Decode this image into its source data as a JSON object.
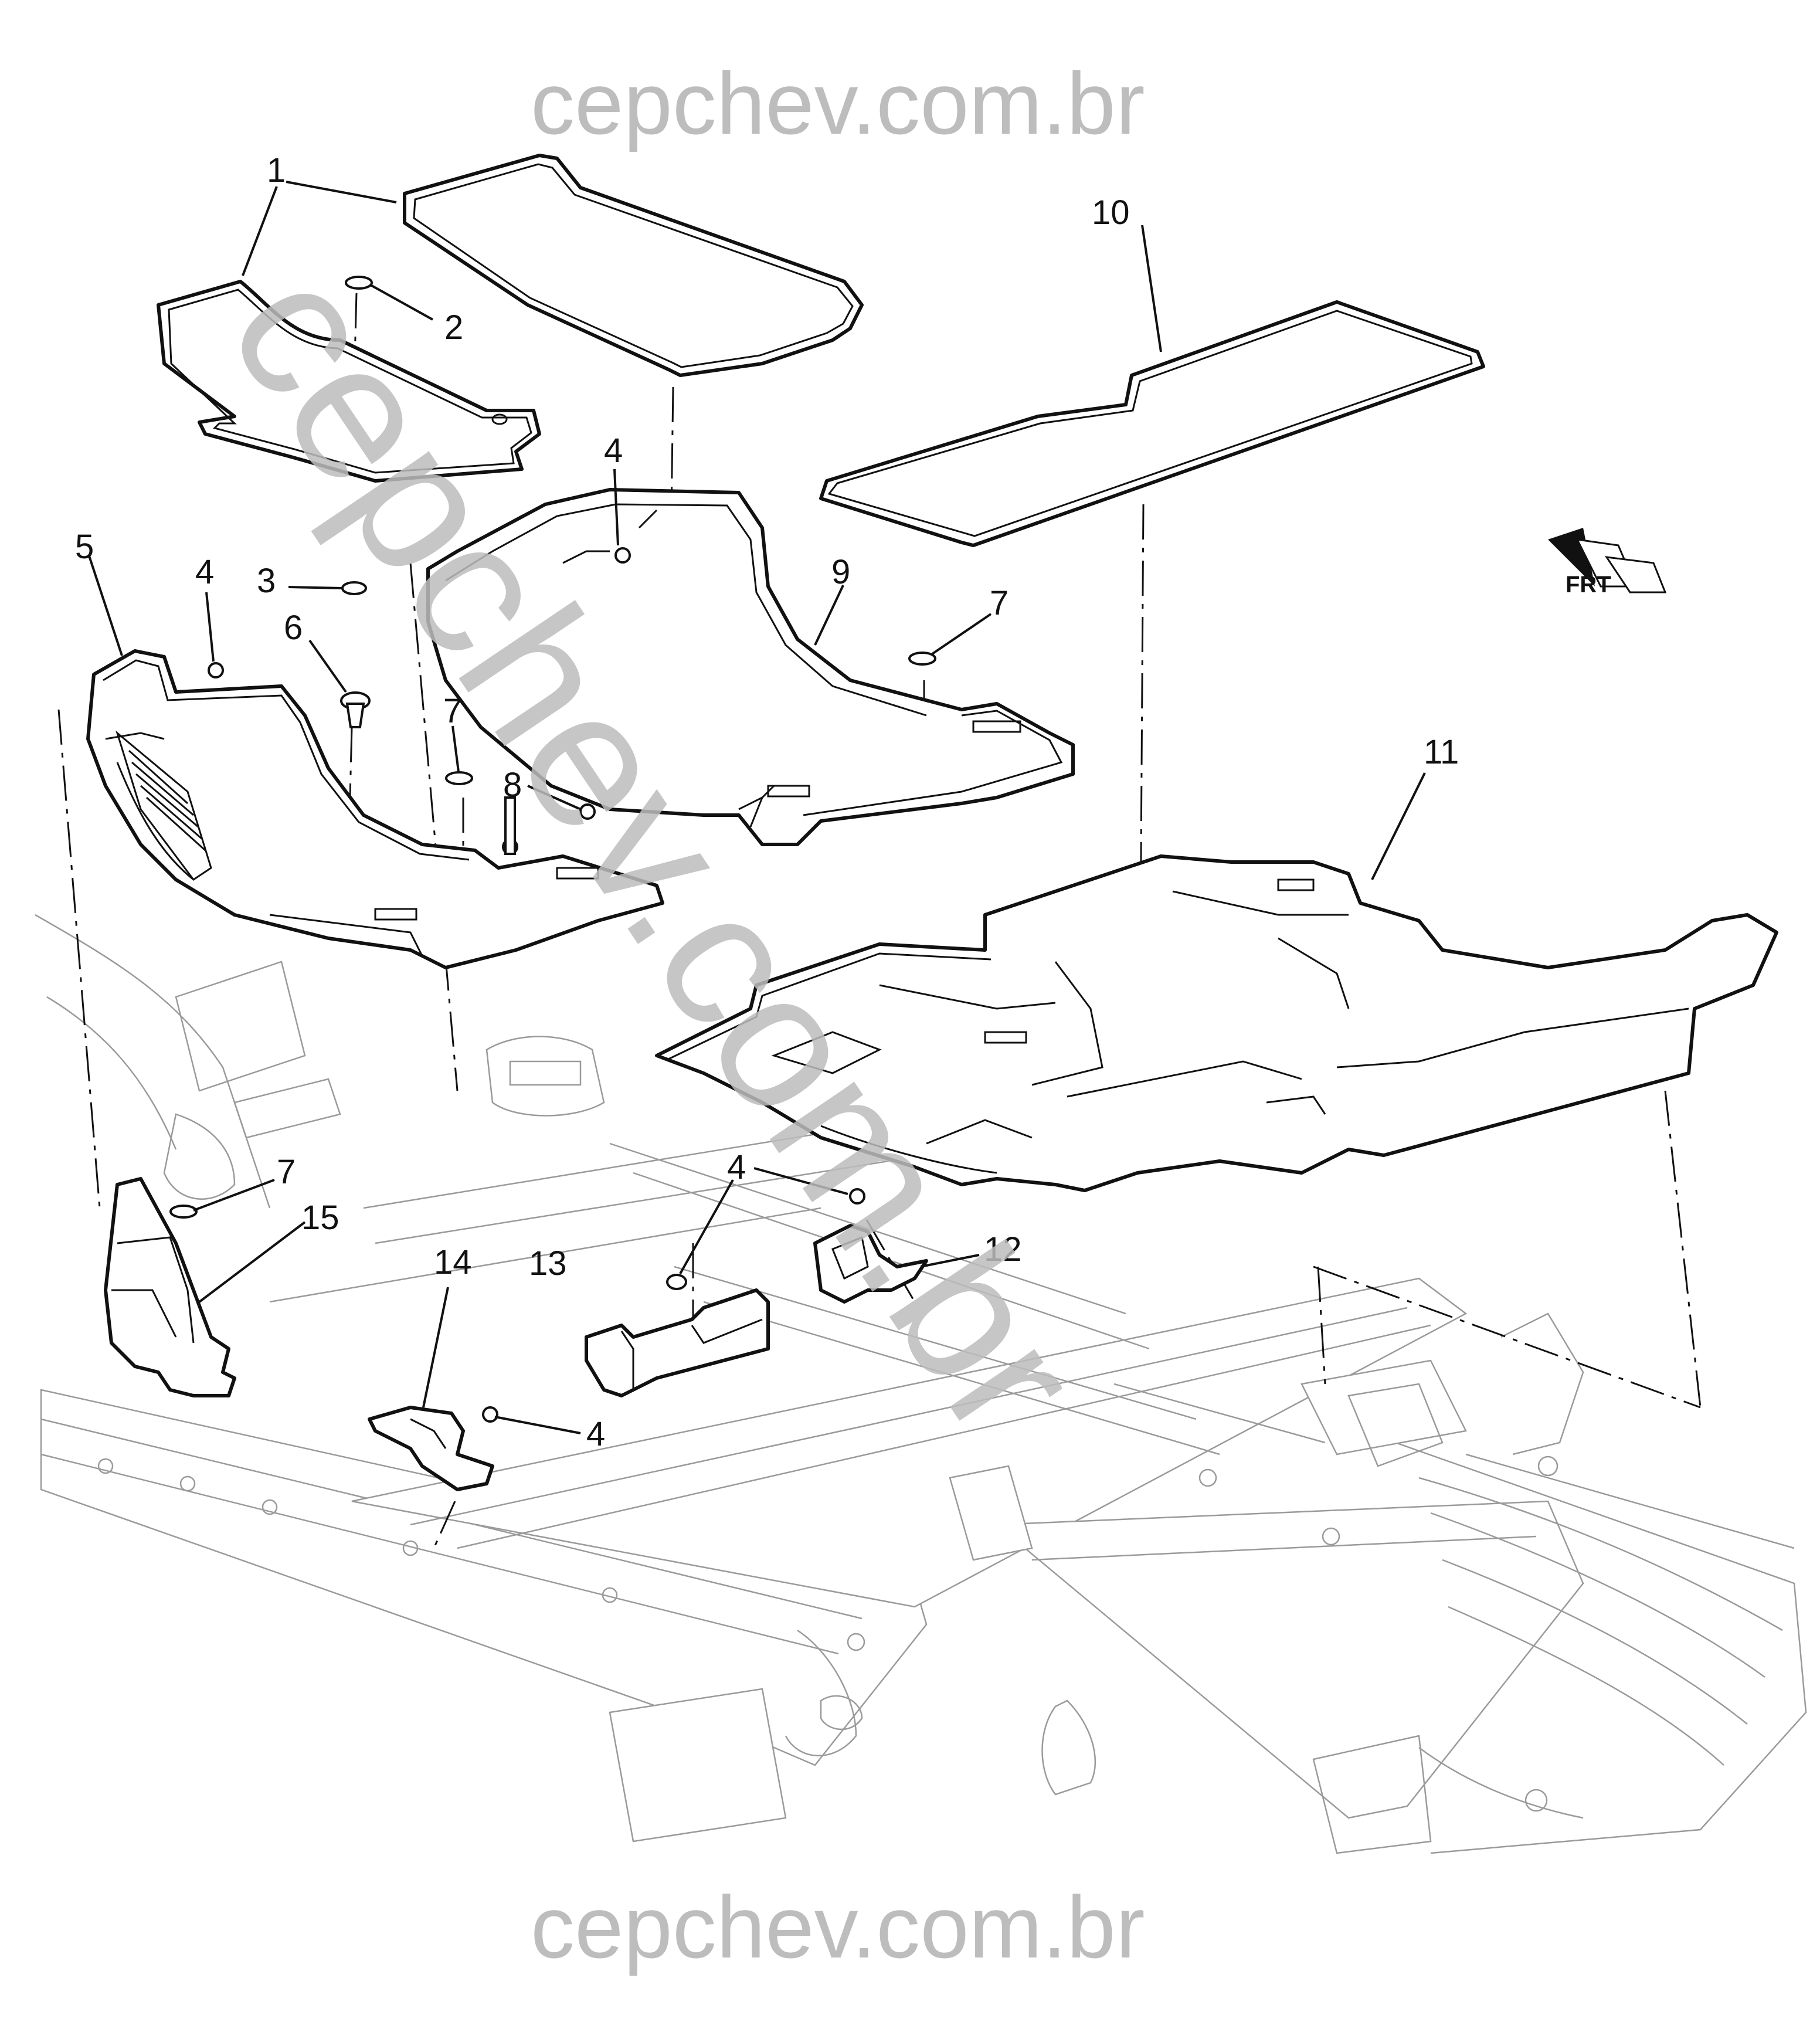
{
  "watermark": {
    "top": "cepchev.com.br",
    "bottom": "cepchev.com.br",
    "diagonal": "cepchev.com.br"
  },
  "direction_indicator": {
    "label": "FRT",
    "icon": "front-arrow-icon"
  },
  "callouts": [
    {
      "id": "c1",
      "label": "1"
    },
    {
      "id": "c2",
      "label": "2"
    },
    {
      "id": "c3",
      "label": "3"
    },
    {
      "id": "c4a",
      "label": "4"
    },
    {
      "id": "c4b",
      "label": "4"
    },
    {
      "id": "c4c",
      "label": "4"
    },
    {
      "id": "c4d",
      "label": "4"
    },
    {
      "id": "c5",
      "label": "5"
    },
    {
      "id": "c6",
      "label": "6"
    },
    {
      "id": "c7a",
      "label": "7"
    },
    {
      "id": "c7b",
      "label": "7"
    },
    {
      "id": "c7c",
      "label": "7"
    },
    {
      "id": "c8",
      "label": "8"
    },
    {
      "id": "c9",
      "label": "9"
    },
    {
      "id": "c10",
      "label": "10"
    },
    {
      "id": "c11",
      "label": "11"
    },
    {
      "id": "c12",
      "label": "12"
    },
    {
      "id": "c13",
      "label": "13"
    },
    {
      "id": "c14",
      "label": "14"
    },
    {
      "id": "c15",
      "label": "15"
    }
  ]
}
